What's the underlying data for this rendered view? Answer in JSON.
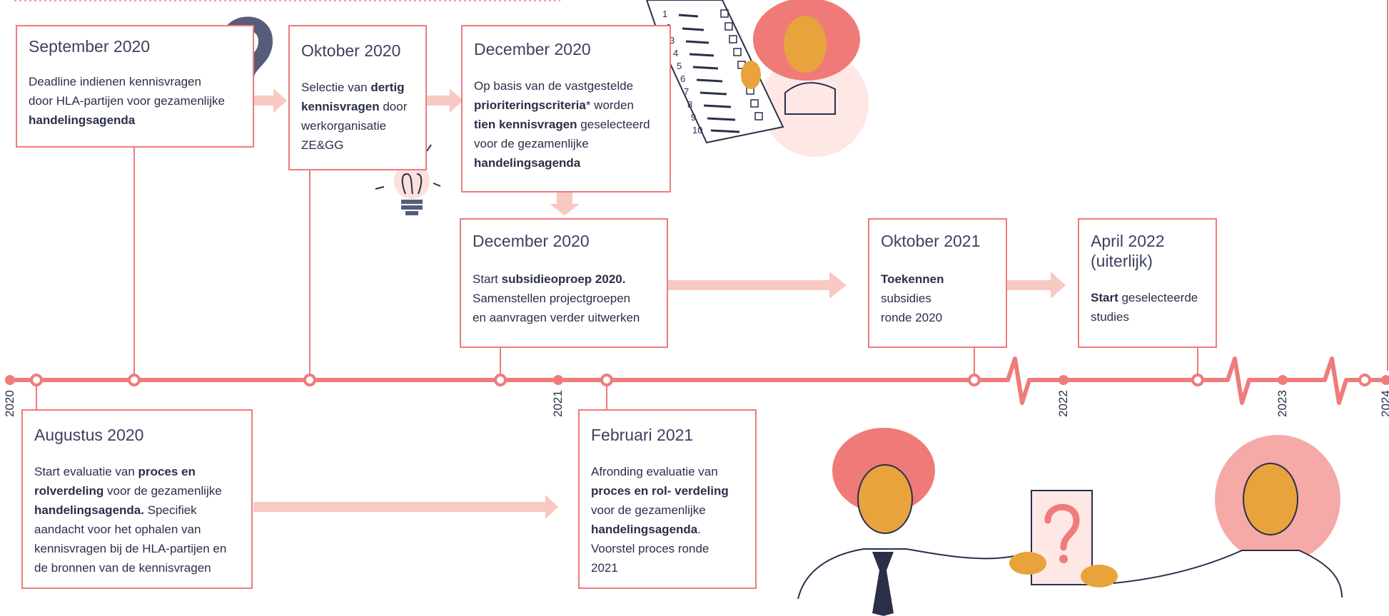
{
  "events": {
    "sep2020": {
      "date": "September 2020",
      "t1": "Deadline indienen kennisvragen",
      "t2": "door HLA-partijen voor gezamenlijke",
      "t3b": "handelingsagenda"
    },
    "okt2020": {
      "date": "Oktober 2020",
      "t1a": "Selectie van ",
      "t1b": "dertig",
      "t2b": "kennisvragen",
      "t2a": " door",
      "t3": "werkorganisatie",
      "t4": "ZE&GG"
    },
    "dec2020a": {
      "date": "December 2020",
      "t1": "Op basis van de vastgestelde",
      "t2b": "prioriteringscriteria",
      "t2a": "* worden",
      "t3b": "tien kennisvragen",
      "t3a": " geselecteerd",
      "t4": "voor de gezamenlijke",
      "t5b": "handelingsagenda"
    },
    "dec2020b": {
      "date": "December 2020",
      "t1a": "Start ",
      "t1b": "subsidieoproep 2020.",
      "t2": "Samenstellen projectgroepen",
      "t3": "en aanvragen verder uitwerken"
    },
    "okt2021": {
      "date": "Oktober 2021",
      "t1b": "Toekennen",
      "t2": "subsidies",
      "t3": "ronde 2020"
    },
    "apr2022": {
      "date1": "April 2022",
      "date2": "(uiterlijk)",
      "t1b": "Start",
      "t1a": " geselecteerde",
      "t2": "studies"
    },
    "aug2020": {
      "date": "Augustus 2020",
      "t1a": "Start evaluatie van ",
      "t1b": "proces en",
      "t2b": "rolverdeling",
      "t2a": " voor de gezamenlijke",
      "t3b": "handelingsagenda.",
      "t3a": " Specifiek",
      "t4": "aandacht voor het ophalen van",
      "t5": "kennisvragen bij de HLA-partijen en",
      "t6": "de bronnen van de kennisvragen"
    },
    "feb2021": {
      "date": "Februari 2021",
      "t1": "Afronding evaluatie van",
      "t2b": "proces en rol- verdeling",
      "t3": "voor de gezamenlijke",
      "t4b": "handelingsagenda",
      "t4a": ".",
      "t5": "Voorstel proces ronde",
      "t6": "2021"
    }
  },
  "years": [
    "2020",
    "2021",
    "2022",
    "2023",
    "2024"
  ],
  "checklist_numbers": [
    "1",
    "2",
    "3",
    "4",
    "5",
    "6",
    "7",
    "8",
    "9",
    "10"
  ],
  "colors": {
    "accent": "#ef7b7b",
    "arrow": "#f8c9c2",
    "ink": "#2a2f4a",
    "skin": "#e8a33c",
    "hair": "#f07a78",
    "question": "#575c78"
  }
}
